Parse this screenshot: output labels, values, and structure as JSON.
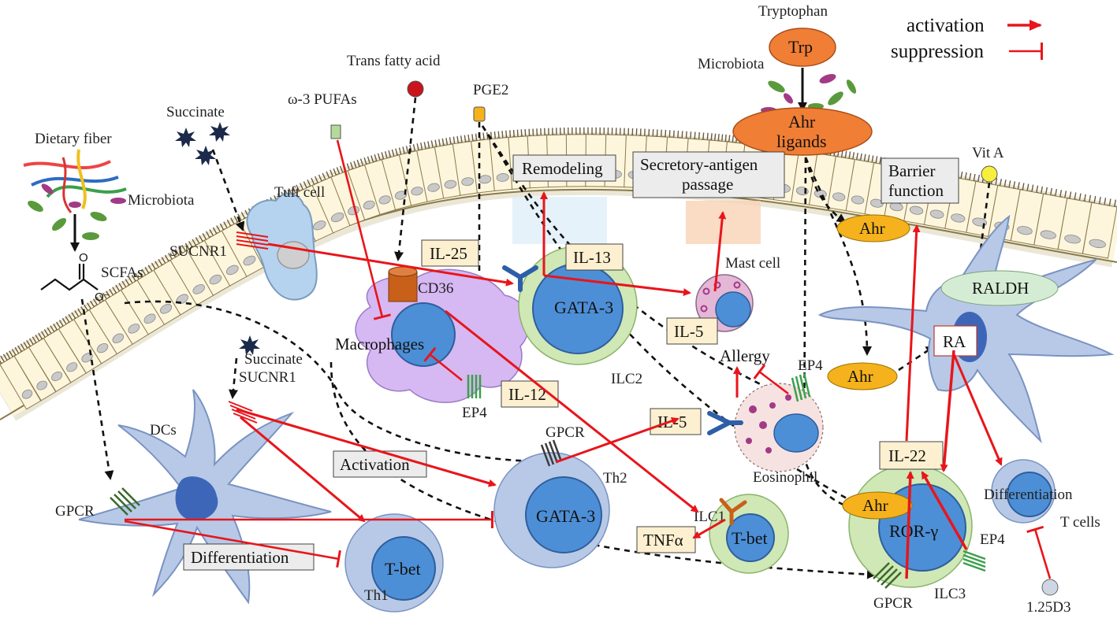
{
  "legend": {
    "activation": "activation",
    "suppression": "suppression"
  },
  "labels": {
    "tryptophan": "Tryptophan",
    "trp": "Trp",
    "microbiota_top": "Microbiota",
    "ahr_ligands_1": "Ahr",
    "ahr_ligands_2": "ligands",
    "trans_fatty_acid": "Trans fatty acid",
    "pge2": "PGE2",
    "omega3": "ω-3 PUFAs",
    "succinate_top": "Succinate",
    "succinate_mid": "Succinate",
    "dietary_fiber": "Dietary fiber",
    "microbiota_left": "Microbiota",
    "scfas": "SCFAs",
    "tuft_cell": "Tuft cell",
    "sucnr1_top": "SUCNR1",
    "sucnr1_mid": "SUCNR1",
    "cd36": "CD36",
    "macrophages": "Macrophages",
    "ep4_mac": "EP4",
    "ep4_eos": "EP4",
    "ep4_ilc3": "EP4",
    "ilc2": "ILC2",
    "gata3_ilc2": "GATA-3",
    "mast_cell": "Mast cell",
    "allergy": "Allergy",
    "eosinophil": "Eosinophil",
    "vit_a": "Vit A",
    "raldh": "RALDH",
    "ahr_epi": "Ahr",
    "ahr_dc": "Ahr",
    "ahr_ilc3": "Ahr",
    "dcs": "DCs",
    "gpcr_left": "GPCR",
    "gpcr_th2": "GPCR",
    "gpcr_ilc3": "GPCR",
    "th2": "Th2",
    "gata3_th2": "GATA-3",
    "th1": "Th1",
    "tbet_th1": "T-bet",
    "ilc1": "ILC1",
    "tbet_ilc1": "T-bet",
    "ror": "ROR-γ",
    "ilc3": "ILC3",
    "t_cells": "T cells",
    "differentiation_tc": "Differentiation",
    "d3": "1.25D3"
  },
  "boxes": {
    "remodeling": "Remodeling",
    "secretory_1": "Secretory-antigen",
    "secretory_2": "passage",
    "barrier_1": "Barrier",
    "barrier_2": "function",
    "il25": "IL-25",
    "il13": "IL-13",
    "il5_mast": "IL-5",
    "il12": "IL-12",
    "il5_th2": "IL-5",
    "tnfa": "TNFα",
    "activation": "Activation",
    "differentiation": "Differentiation",
    "il22": "IL-22",
    "ra": "RA"
  },
  "colors": {
    "activation": "#e8151b",
    "suppression": "#e8151b",
    "dashed": "#111111",
    "epithelium": "#fdf6dc",
    "cell_blue": "#b7c9e6",
    "nucleus": "#4d8fd6",
    "ilc_ring": "#cfe8b6",
    "macrophage": "#d6b8f2",
    "box_tan": "#fdf0d0",
    "box_grey": "#ececec",
    "ahr_orange": "#f5b21c",
    "trp_orange": "#f07e35",
    "raldh_green": "#d4ecd4"
  }
}
